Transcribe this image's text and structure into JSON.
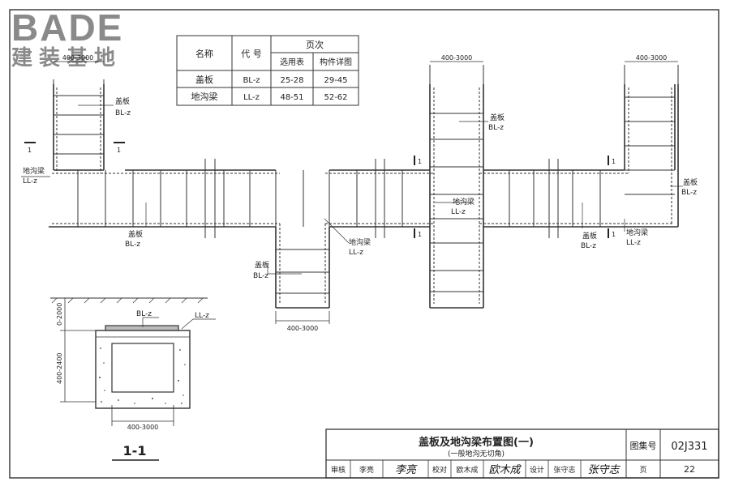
{
  "logo": {
    "brand": "BADE",
    "tagline": "建装基地"
  },
  "table": {
    "header_name": "名称",
    "header_code": "代 号",
    "header_pages": "页次",
    "header_selection": "选用表",
    "header_detail": "构件详图",
    "rows": [
      {
        "name": "盖板",
        "code": "BL-z",
        "selection": "25-28",
        "detail": "29-45"
      },
      {
        "name": "地沟梁",
        "code": "LL-z",
        "selection": "48-51",
        "detail": "52-62"
      }
    ]
  },
  "plan": {
    "dim_branch": "400-3000",
    "dim_branch_left_partial": "400-3000",
    "cover_label": "盖板",
    "cover_code": "BL-z",
    "beam_label": "地沟梁",
    "beam_code": "LL-z",
    "section_mark": "1"
  },
  "section": {
    "title": "1-1",
    "cover_code": "BL-z",
    "beam_code": "LL-z",
    "dim_top": "0-2000",
    "dim_height": "400-2400",
    "dim_width": "400-3000"
  },
  "title_block": {
    "title": "盖板及地沟梁布置图(一)",
    "subtitle": "(一般地沟无切角)",
    "atlas_label": "图集号",
    "atlas_no": "02J331",
    "review_label": "审核",
    "review_name": "李亮",
    "review_sign": "李亮",
    "check_label": "校对",
    "check_name": "欧木成",
    "check_sign": "欧木成",
    "design_label": "设计",
    "design_name": "张守志",
    "design_sign": "张守志",
    "page_label": "页",
    "page_no": "22"
  }
}
